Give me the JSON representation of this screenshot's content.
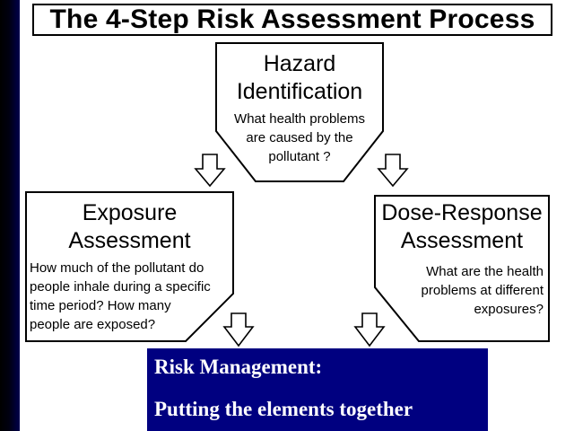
{
  "slide": {
    "title": "The 4-Step Risk Assessment Process"
  },
  "hazard": {
    "title_line1": "Hazard",
    "title_line2": "Identification",
    "desc_line1": "What health problems",
    "desc_line2": "are caused by the",
    "desc_line3": "pollutant ?"
  },
  "exposure": {
    "title_line1": "Exposure",
    "title_line2": "Assessment",
    "desc_line1": "How much of the pollutant do",
    "desc_line2": "people inhale during a specific",
    "desc_line3": "time period? How many",
    "desc_line4": "people are exposed?"
  },
  "dose_response": {
    "title_line1": "Dose-Response",
    "title_line2": "Assessment",
    "desc_line1": "What are the health",
    "desc_line2": "problems at different",
    "desc_line3": "exposures?"
  },
  "risk_management": {
    "line1": "Risk Management:",
    "line2": "Putting the elements together"
  },
  "colors": {
    "background": "#000080",
    "panel": "#ffffff",
    "text": "#000000",
    "box_text": "#ffffff"
  }
}
